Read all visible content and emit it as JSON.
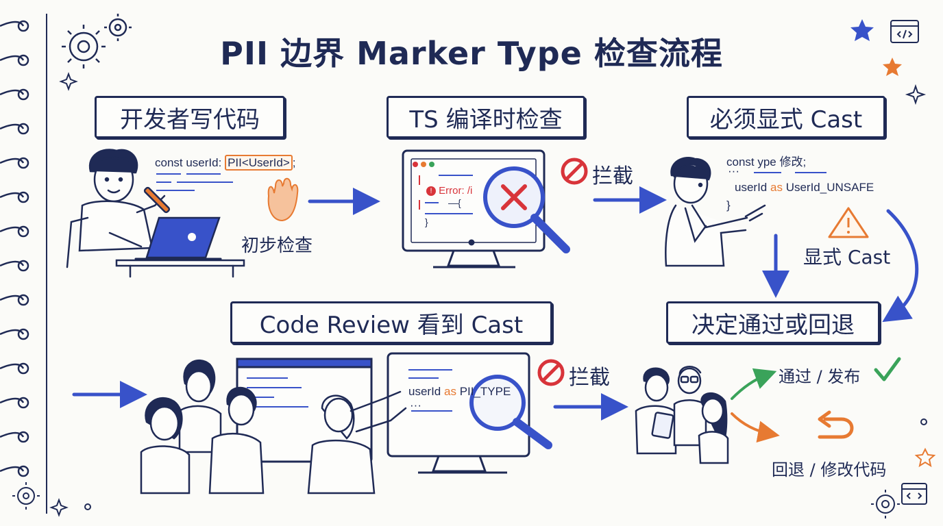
{
  "title": "PII 边界 Marker Type 检查流程",
  "steps": {
    "dev_write": "开发者写代码",
    "ts_check": "TS 编译时检查",
    "explicit_cast": "必须显式 Cast",
    "code_review": "Code Review 看到 Cast",
    "decide": "决定通过或回退"
  },
  "dev_code": {
    "prefix": "const userId: ",
    "typed": "PII<UserId>",
    "suffix": ";"
  },
  "initial_check": "初步检查",
  "compile_screen": {
    "error": "Error: /i",
    "line2": "—{",
    "line3": "}"
  },
  "blocked_1": "拦截",
  "blocked_2": "拦截",
  "cast_code": {
    "line1": "const ype 修改;",
    "line2": "···",
    "line3_var": "userId",
    "line3_kw": "as",
    "line3_type": "UserId_UNSAFE",
    "line4": "}"
  },
  "explicit_cast_label": "显式 Cast",
  "review_code": {
    "var": "userId",
    "kw": "as",
    "type": "PII_TYPE",
    "dots": "···"
  },
  "outcomes": {
    "pass": "通过 / 发布",
    "rollback": "回退 / 修改代码"
  },
  "colors": {
    "ink": "#1f2a55",
    "arrow_blue": "#3852c9",
    "accent_orange": "#e77a32",
    "stop_red": "#d8343a",
    "pass_green": "#3aa35a"
  }
}
